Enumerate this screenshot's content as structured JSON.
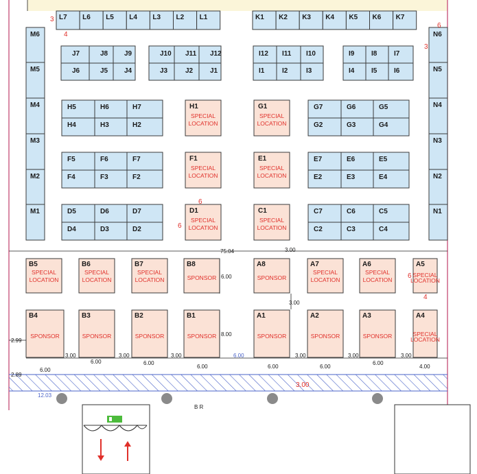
{
  "booths": {
    "L": [
      "L7",
      "L6",
      "L5",
      "L4",
      "L3",
      "L2",
      "L1"
    ],
    "K": [
      "K1",
      "K2",
      "K3",
      "K4",
      "K5",
      "K6",
      "K7"
    ],
    "M": [
      "M6",
      "M5",
      "M4",
      "M3",
      "M2",
      "M1"
    ],
    "N": [
      "N6",
      "N5",
      "N4",
      "N3",
      "N2",
      "N1"
    ],
    "J_top": [
      "J7",
      "J8",
      "J9",
      "J10",
      "J11",
      "J12"
    ],
    "J_bot": [
      "J6",
      "J5",
      "J4",
      "J3",
      "J2",
      "J1"
    ],
    "I_top": [
      "I12",
      "I11",
      "I10",
      "I9",
      "I8",
      "I7"
    ],
    "I_bot": [
      "I1",
      "I2",
      "I3",
      "I4",
      "I5",
      "I6"
    ],
    "H_top": [
      "H5",
      "H6",
      "H7"
    ],
    "H_bot": [
      "H4",
      "H3",
      "H2"
    ],
    "G_top": [
      "G7",
      "G6",
      "G5"
    ],
    "G_bot": [
      "G2",
      "G3",
      "G4"
    ],
    "F_top": [
      "F5",
      "F6",
      "F7"
    ],
    "F_bot": [
      "F4",
      "F3",
      "F2"
    ],
    "E_top": [
      "E7",
      "E6",
      "E5"
    ],
    "E_bot": [
      "E2",
      "E3",
      "E4"
    ],
    "D_top": [
      "D5",
      "D6",
      "D7"
    ],
    "D_bot": [
      "D4",
      "D3",
      "D2"
    ],
    "C_top": [
      "C7",
      "C6",
      "C5"
    ],
    "C_bot": [
      "C2",
      "C3",
      "C4"
    ],
    "special_center": [
      "H1",
      "G1",
      "F1",
      "E1",
      "D1",
      "C1"
    ],
    "B_row": [
      "B5",
      "B6",
      "B7",
      "B8"
    ],
    "A_row": [
      "A8",
      "A7",
      "A6",
      "A5"
    ],
    "B_bottom": [
      "B4",
      "B3",
      "B2",
      "B1"
    ],
    "A_bottom": [
      "A1",
      "A2",
      "A3",
      "A4"
    ]
  },
  "labels": {
    "special_line1": "SPECIAL",
    "special_line2": "LOCATION",
    "sponsor": "SPONSOR",
    "special_small1": "SPECIAL",
    "special_small2": "LOCATION"
  },
  "dimensions": {
    "total_width": "75.04",
    "aisle_top": "3.00",
    "aisle_side": "3.00",
    "depth_600": "6.00",
    "depth_800": "8.00",
    "left_299": "2.99",
    "left_289": "2.89",
    "w_600": "6.00",
    "w_400": "4.00",
    "w_300": "3.00",
    "w_1203": "12.03",
    "door_300": "3.00",
    "br": "B R"
  },
  "markers": {
    "three": "3",
    "four": "4",
    "six": "6"
  },
  "colors": {
    "booth": "#cfe6f5",
    "special": "#fbe2d6",
    "annotation": "#e0302a",
    "wall": "#c03c6a"
  }
}
